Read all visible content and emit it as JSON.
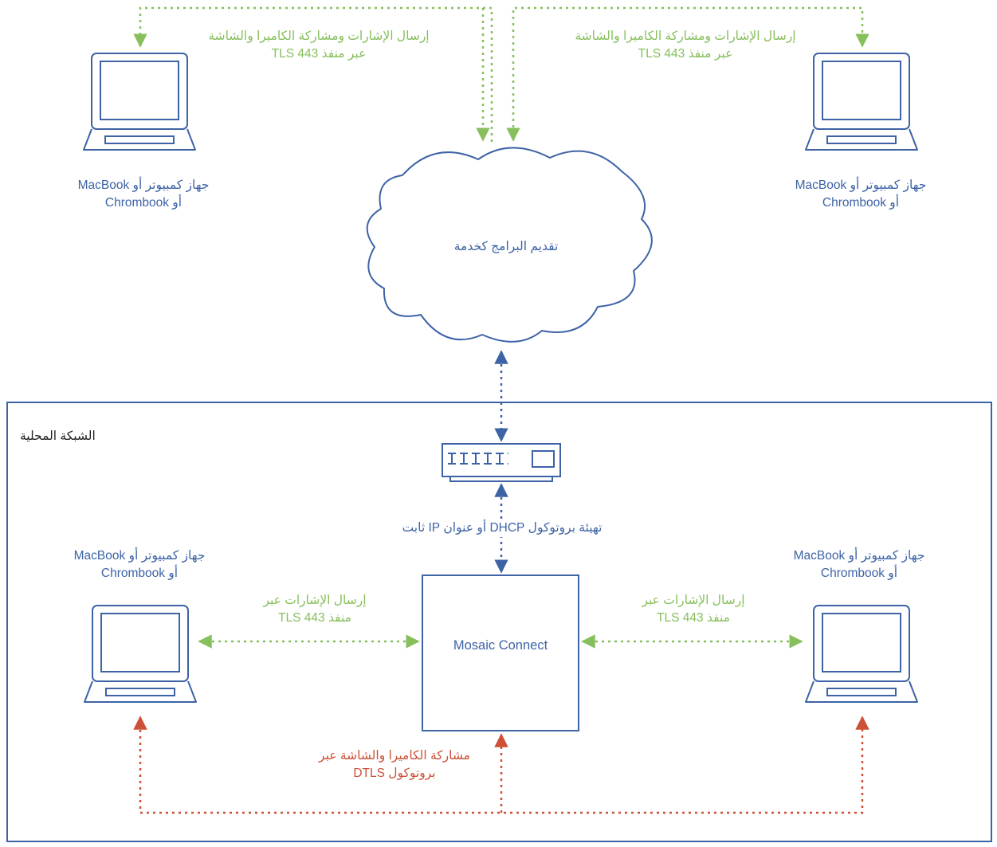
{
  "colors": {
    "blue": "#3d63a6",
    "green": "#86bf5c",
    "red": "#cc5137",
    "text": "#222222"
  },
  "cloud": {
    "label": "تقديم البرامج كخدمة"
  },
  "lan": {
    "label": "الشبكة المحلية"
  },
  "mosaic": {
    "label": "Mosaic Connect"
  },
  "router_link": {
    "label": "تهيئة بروتوكول DHCP أو عنوان IP ثابت"
  },
  "devices": {
    "top_left": {
      "line1": "جهاز كمبيوتر أو MacBook",
      "line2": "أو Chrombook"
    },
    "top_right": {
      "line1": "جهاز كمبيوتر أو MacBook",
      "line2": "أو Chrombook"
    },
    "bottom_left": {
      "line1": "جهاز كمبيوتر أو MacBook",
      "line2": "أو Chrombook"
    },
    "bottom_right": {
      "line1": "جهاز كمبيوتر أو MacBook",
      "line2": "أو Chrombook"
    }
  },
  "cloud_links": {
    "left": {
      "line1": "إرسال الإشارات ومشاركة الكاميرا والشاشة",
      "line2": "عبر منفذ 443 TLS"
    },
    "right": {
      "line1": "إرسال الإشارات ومشاركة الكاميرا والشاشة",
      "line2": "عبر منفذ 443 TLS"
    }
  },
  "local_links": {
    "left": {
      "line1": "إرسال الإشارات عبر",
      "line2": "منفذ 443 TLS"
    },
    "right": {
      "line1": "إرسال الإشارات عبر",
      "line2": "منفذ 443 TLS"
    }
  },
  "dtls_link": {
    "line1": "مشاركة الكاميرا والشاشة عبر",
    "line2": "بروتوكول DTLS"
  }
}
